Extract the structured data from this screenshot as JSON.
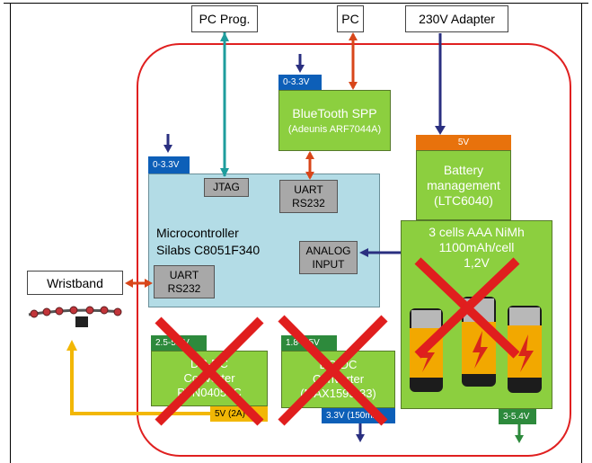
{
  "top": {
    "pc_prog": "PC Prog.",
    "pc": "PC",
    "adapter": "230V Adapter"
  },
  "bluetooth": {
    "title": "BlueTooth SPP",
    "subtitle": "(Adeunis ARF7044A)",
    "voltage": "0-3.3V"
  },
  "mcu": {
    "voltage": "0-3.3V",
    "jtag": "JTAG",
    "uart_top": [
      "UART",
      "RS232"
    ],
    "title": [
      "Microcontroller",
      "Silabs C8051F340"
    ],
    "analog": [
      "ANALOG",
      "INPUT"
    ],
    "uart_left": [
      "UART",
      "RS232"
    ]
  },
  "battery_mgmt": {
    "voltage": "5V",
    "lines": [
      "Battery",
      "management",
      "(LTC6040)"
    ]
  },
  "battery": {
    "lines": [
      "3 cells AAA NiMh",
      "1100mAh/cell",
      "1,2V"
    ],
    "output": "3-5.4V"
  },
  "wristband": "Wristband",
  "converter1": {
    "input": "2.5-5.5V",
    "lines": [
      "DC-DC",
      "Converter",
      "PTN04050C"
    ],
    "output": "5V (2A)"
  },
  "converter2": {
    "input": "1.8-5.5V",
    "lines": [
      "DC-DC",
      "Converter",
      "(MAX1595-33)"
    ],
    "output": "3.3V (150mA)"
  },
  "colors": {
    "outline": "#e02020",
    "mcu": "#b3dce6",
    "module": "#8ccf3f",
    "tag_blue": "#0d5fb8",
    "tag_orange": "#e8720c",
    "tag_yellow": "#f2b705",
    "tag_green": "#2d8a3c",
    "cross": "#e01e1e"
  }
}
